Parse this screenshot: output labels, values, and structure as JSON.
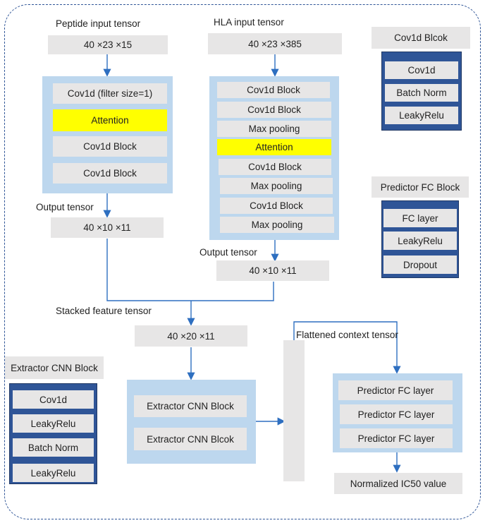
{
  "peptide": {
    "title": "Peptide input tensor",
    "input_shape": "40 ×23 ×15",
    "blocks": [
      "Cov1d (filter size=1)",
      "Attention",
      "Cov1d Block",
      "Cov1d Block"
    ],
    "output_label": "Output tensor",
    "output_shape": "40 ×10 ×11"
  },
  "hla": {
    "title": "HLA input tensor",
    "input_shape": "40 ×23 ×385",
    "blocks": [
      "Cov1d Block",
      "Cov1d Block",
      "Max pooling",
      "Attention",
      "Cov1d Block",
      "Max pooling",
      "Cov1d Block",
      "Max pooling"
    ],
    "output_label": "Output tensor",
    "output_shape": "40 ×10 ×11"
  },
  "stacked": {
    "label": "Stacked feature tensor",
    "shape": "40 ×20 ×11"
  },
  "extractor": {
    "blocks": [
      "Extractor CNN Block",
      "Extractor CNN Blcok"
    ]
  },
  "flattened": {
    "label": "Flattened context tensor"
  },
  "predictor": {
    "blocks": [
      "Predictor FC layer",
      "Predictor FC layer",
      "Predictor FC layer"
    ],
    "output": "Normalized IC50 value"
  },
  "legends": {
    "cov1d": {
      "title": "Cov1d Blcok",
      "items": [
        "Cov1d",
        "Batch Norm",
        "LeakyRelu"
      ]
    },
    "predictor_fc": {
      "title": "Predictor FC Block",
      "items": [
        "FC layer",
        "LeakyRelu",
        "Dropout"
      ]
    },
    "extractor_cnn": {
      "title": "Extractor CNN Block",
      "items": [
        "Cov1d",
        "LeakyRelu",
        "Batch Norm",
        "LeakyRelu"
      ]
    }
  },
  "colors": {
    "frame": "#2f5597",
    "panel": "#bdd7ee",
    "box": "#e7e6e6",
    "attention": "#ffff00",
    "legend": "#2f5597",
    "arrow": "#2e6fc0"
  }
}
